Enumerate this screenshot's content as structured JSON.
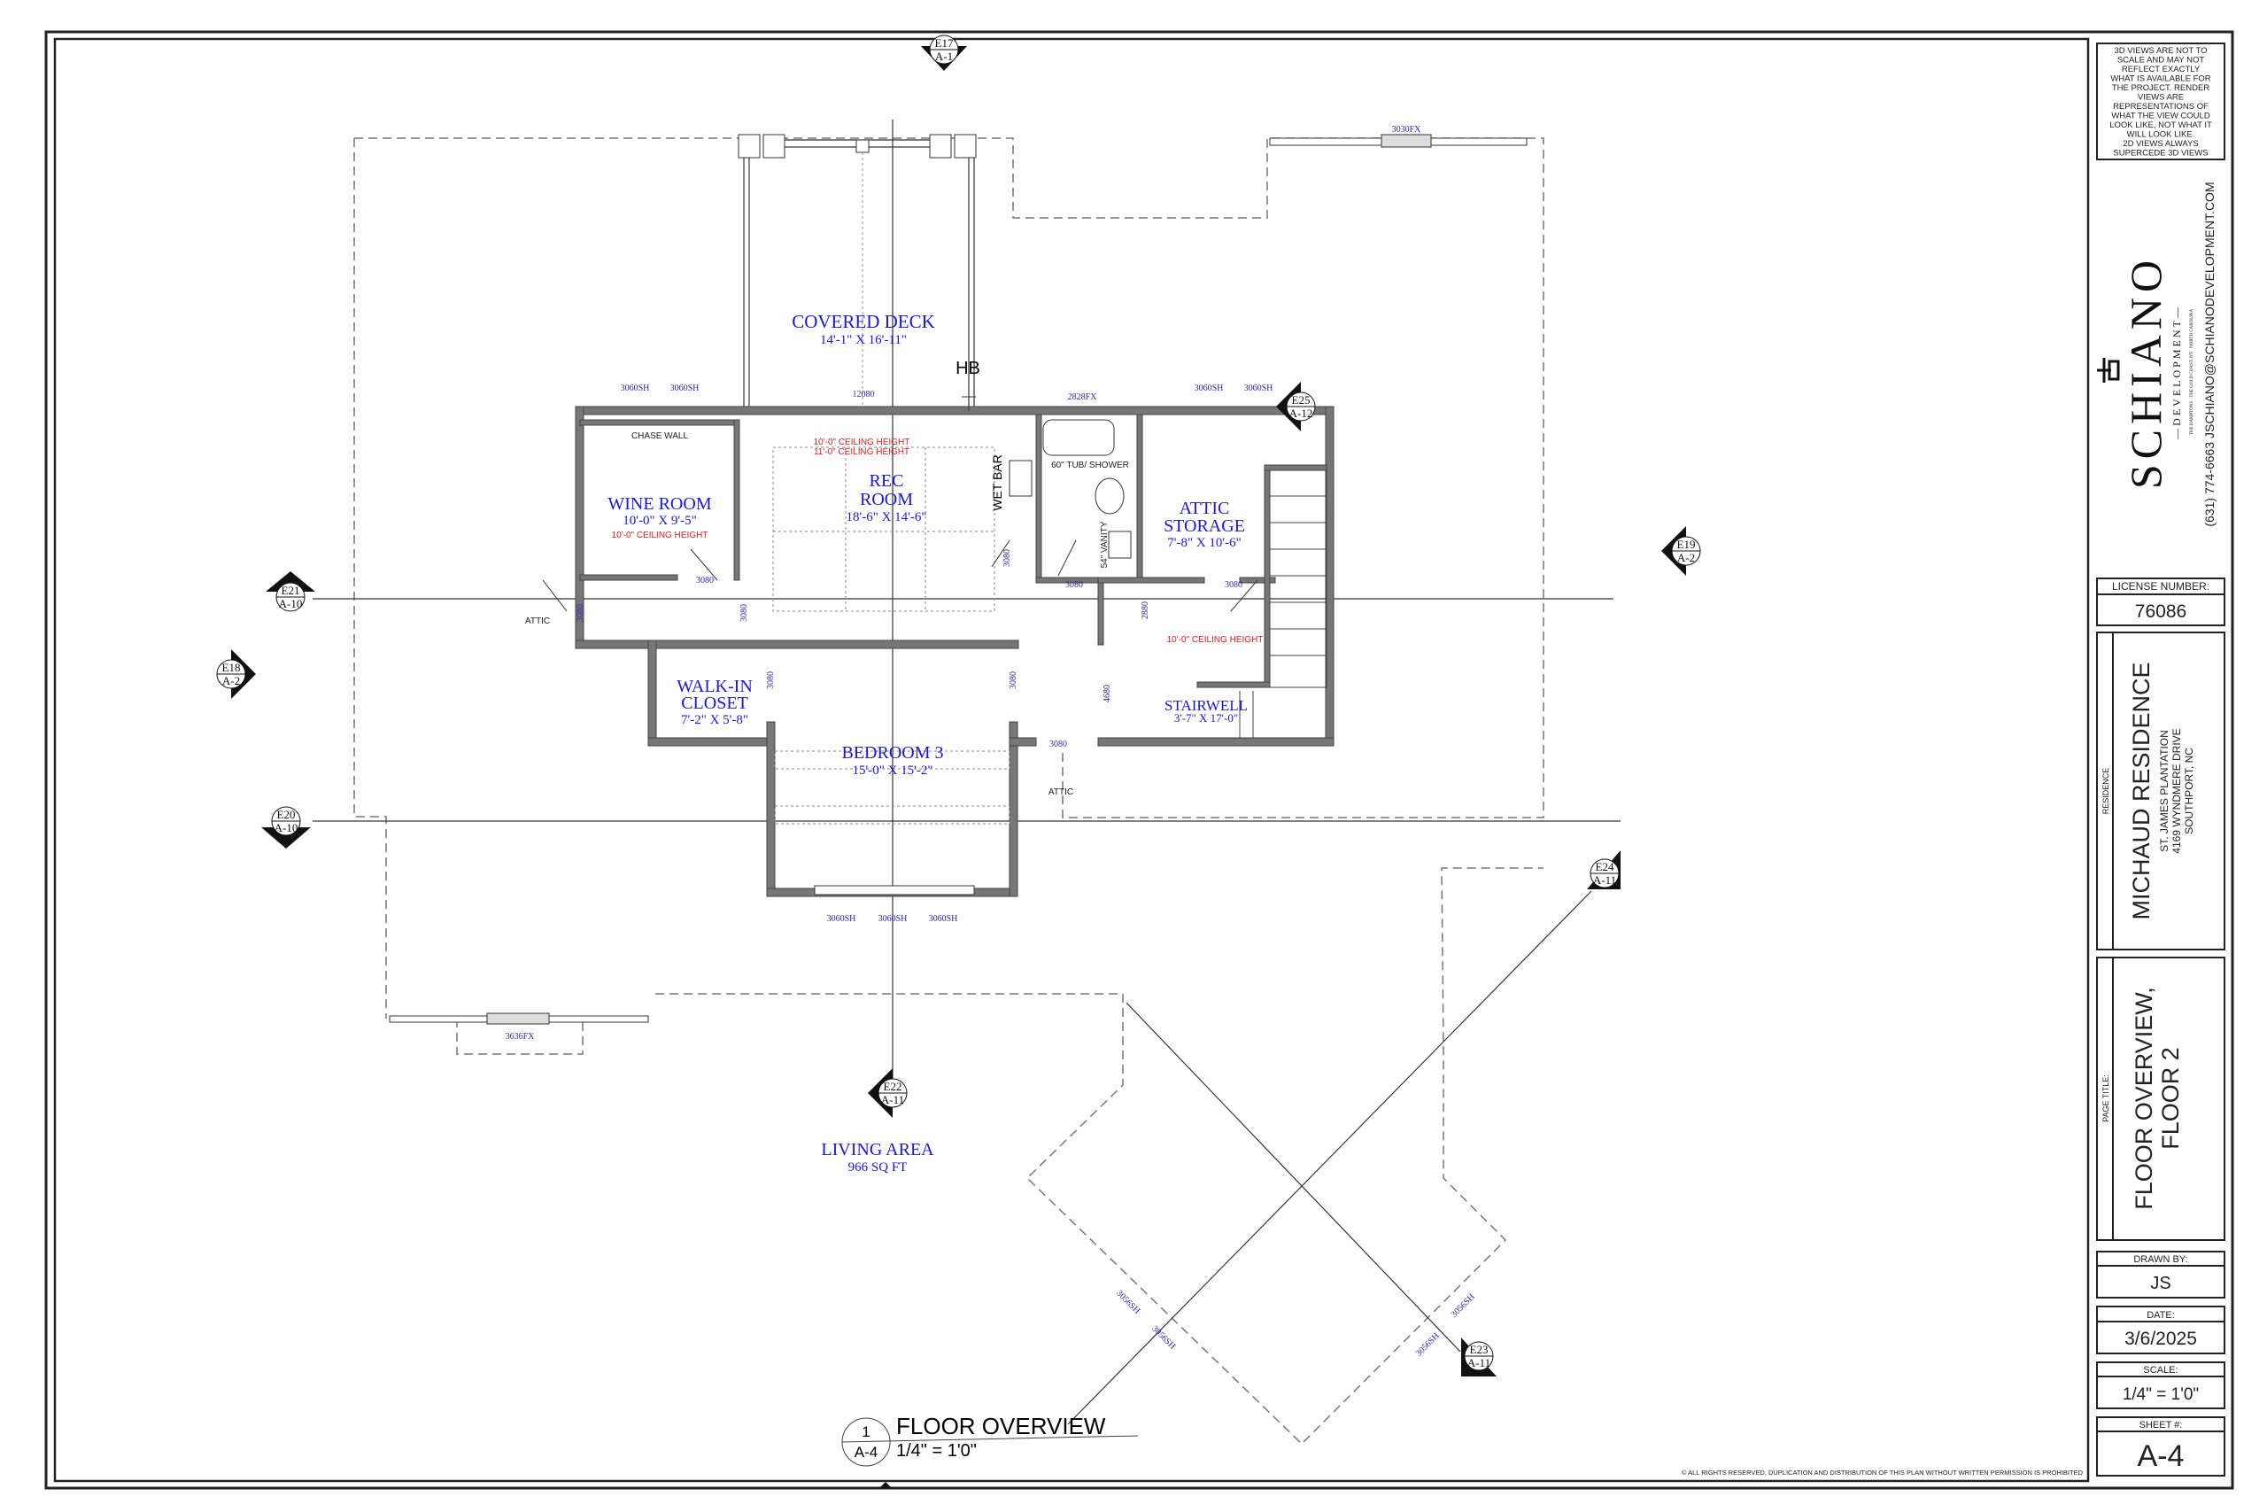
{
  "sheet": {
    "disclaimer": [
      "3D VIEWS ARE NOT TO",
      "SCALE AND MAY NOT",
      "REFLECT EXACTLY",
      "WHAT IS AVAILABLE FOR",
      "THE PROJECT. RENDER",
      "VIEWS ARE",
      "REPRESENTATIONS OF",
      "WHAT THE VIEW COULD",
      "LOOK LIKE, NOT WHAT IT",
      "WILL LOOK LIKE.",
      "2D VIEWS ALWAYS",
      "SUPERCEDE 3D VIEWS"
    ],
    "logo": {
      "name": "SCHIANO",
      "sub": "—DEVELOPMENT—",
      "tagline": "THE HAMPTONS · THE GOLD COAST, NY · NORTH CAROLINA"
    },
    "contact": "(631) 774-6663 JSCHIANO@SCHIANODEVELOPMENT.COM",
    "license_label": "LICENSE NUMBER:",
    "license_value": "76086",
    "residence_label": "RESIDENCE",
    "residence_name": "MICHAUD RESIDENCE",
    "address": [
      "ST. JAMES PLANTATION",
      "4169 WYNDMERE DRIVE",
      "SOUTHPORT, NC"
    ],
    "page_title_label": "PAGE TITLE:",
    "page_title": [
      "FLOOR OVERVIEW,",
      "FLOOR 2"
    ],
    "drawn_by_label": "DRAWN BY:",
    "drawn_by": "JS",
    "date_label": "DATE:",
    "date": "3/6/2025",
    "scale_label": "SCALE:",
    "scale": "1/4\" = 1'0\"",
    "sheet_label": "SHEET #:",
    "sheet_number": "A-4",
    "copyright": "© ALL RIGHTS RESERVED, DUPLICATION AND DISTRIBUTION OF THIS PLAN WITHOUT WRITTEN PERMISSION IS PROHIBITED"
  },
  "view_title": {
    "number": "1",
    "sheet": "A-4",
    "title": "FLOOR OVERVIEW",
    "scale": "1/4\" = 1'0\""
  },
  "rooms": {
    "covered_deck": {
      "name": "COVERED DECK",
      "dims": "14'-1\" X 16'-11\""
    },
    "wine_room": {
      "name": "WINE ROOM",
      "dims": "10'-0\" X 9'-5\"",
      "ceiling": "10'-0\" CEILING HEIGHT"
    },
    "rec_room": {
      "name1": "REC",
      "name2": "ROOM",
      "dims": "18'-6\" X 14'-6\"",
      "ceiling1": "10'-0\" CEILING HEIGHT",
      "ceiling2": "11'-0\" CEILING HEIGHT"
    },
    "attic_storage": {
      "name1": "ATTIC",
      "name2": "STORAGE",
      "dims": "7'-8\" X 10'-6\""
    },
    "stairwell": {
      "name": "STAIRWELL",
      "dims": "3'-7\" X 17'-0\"",
      "ceiling": "10'-0\" CEILING HEIGHT"
    },
    "walk_in_closet": {
      "name1": "WALK-IN",
      "name2": "CLOSET",
      "dims": "7'-2\" X 5'-8\""
    },
    "bedroom_3": {
      "name": "BEDROOM 3",
      "dims": "15'-0\" X 15'-2\""
    },
    "living_area": {
      "name": "LIVING AREA",
      "area": "966 SQ FT"
    }
  },
  "notes": {
    "chase_wall": "CHASE WALL",
    "wet_bar": "WET BAR",
    "tub": "60\" TUB/ SHOWER",
    "vanity": "54\" VANITY",
    "attic_1": "ATTIC",
    "attic_2": "ATTIC",
    "hb": "HB"
  },
  "windows": [
    "3060SH",
    "3060SH",
    "12080",
    "2828FX",
    "3060SH",
    "3060SH",
    "3030FX",
    "3060SH",
    "3060SH",
    "3060SH",
    "3636FX",
    "3056SH",
    "3056SH",
    "3056SH",
    "3056SH"
  ],
  "doors": [
    "3080",
    "3080",
    "3080",
    "3080",
    "3080",
    "3080",
    "2880",
    "3080",
    "3080",
    "4680",
    "3080"
  ],
  "elevation_markers": [
    {
      "id": "E17",
      "sheet": "A-1"
    },
    {
      "id": "E21",
      "sheet": "A-10"
    },
    {
      "id": "E18",
      "sheet": "A-2"
    },
    {
      "id": "E20",
      "sheet": "A-10"
    },
    {
      "id": "E25",
      "sheet": "A-12"
    },
    {
      "id": "E19",
      "sheet": "A-2"
    },
    {
      "id": "E24",
      "sheet": "A-11"
    },
    {
      "id": "E22",
      "sheet": "A-11"
    },
    {
      "id": "E23",
      "sheet": "A-11"
    }
  ]
}
